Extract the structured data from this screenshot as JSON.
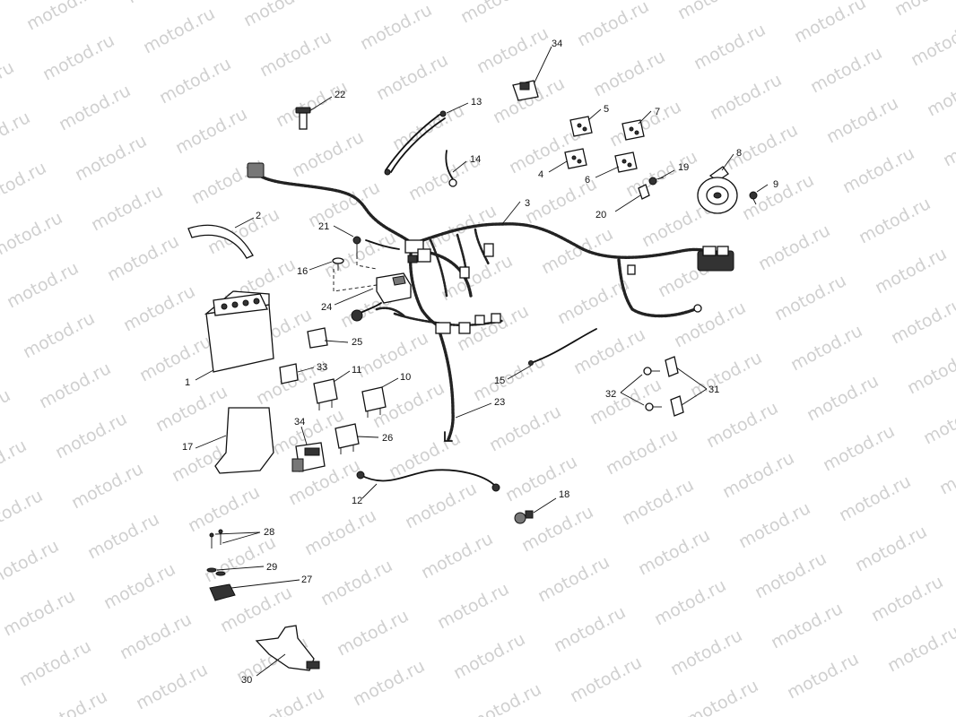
{
  "watermark": {
    "text": "motod.ru"
  },
  "callouts": [
    {
      "id": "c1",
      "text": "1"
    },
    {
      "id": "c2",
      "text": "2"
    },
    {
      "id": "c3",
      "text": "3"
    },
    {
      "id": "c4",
      "text": "4"
    },
    {
      "id": "c5",
      "text": "5"
    },
    {
      "id": "c6",
      "text": "6"
    },
    {
      "id": "c7",
      "text": "7"
    },
    {
      "id": "c8",
      "text": "8"
    },
    {
      "id": "c9",
      "text": "9"
    },
    {
      "id": "c10",
      "text": "10"
    },
    {
      "id": "c11",
      "text": "11"
    },
    {
      "id": "c12",
      "text": "12"
    },
    {
      "id": "c13",
      "text": "13"
    },
    {
      "id": "c14",
      "text": "14"
    },
    {
      "id": "c15",
      "text": "15"
    },
    {
      "id": "c16",
      "text": "16"
    },
    {
      "id": "c17",
      "text": "17"
    },
    {
      "id": "c18",
      "text": "18"
    },
    {
      "id": "c19",
      "text": "19"
    },
    {
      "id": "c20",
      "text": "20"
    },
    {
      "id": "c21",
      "text": "21"
    },
    {
      "id": "c22",
      "text": "22"
    },
    {
      "id": "c23",
      "text": "23"
    },
    {
      "id": "c24",
      "text": "24"
    },
    {
      "id": "c25",
      "text": "25"
    },
    {
      "id": "c26",
      "text": "26"
    },
    {
      "id": "c27",
      "text": "27"
    },
    {
      "id": "c28",
      "text": "28"
    },
    {
      "id": "c29",
      "text": "29"
    },
    {
      "id": "c30",
      "text": "30"
    },
    {
      "id": "c31",
      "text": "31"
    },
    {
      "id": "c32",
      "text": "32"
    },
    {
      "id": "c33",
      "text": "33"
    },
    {
      "id": "c34a",
      "text": "34"
    },
    {
      "id": "c34b",
      "text": "34"
    }
  ]
}
